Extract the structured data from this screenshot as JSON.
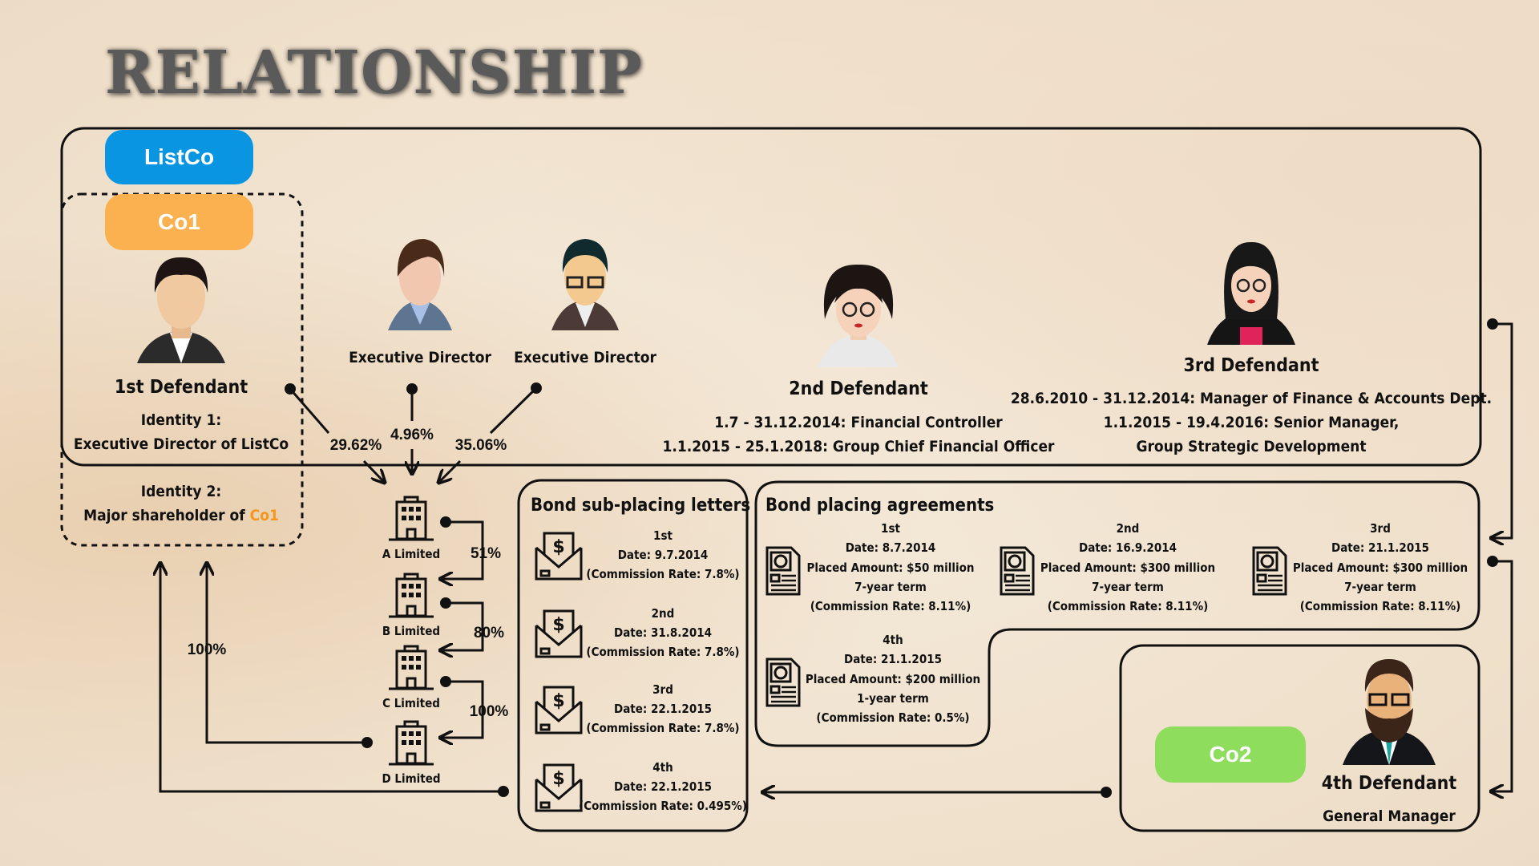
{
  "title": "RELATIONSHIP",
  "entities": {
    "listco": "ListCo",
    "co1": "Co1",
    "co2": "Co2"
  },
  "colors": {
    "listco": "#0a95e2",
    "co1": "#fbb14f",
    "co2": "#8edd5c",
    "highlight": "#f5961d"
  },
  "people": {
    "d1": {
      "name": "1st Defendant",
      "identity1_label": "Identity 1:",
      "identity1": "Executive Director of ListCo",
      "identity2_label": "Identity 2:",
      "identity2_prefix": "Major shareholder of ",
      "identity2_company": "Co1"
    },
    "ed1": {
      "name": "Executive Director"
    },
    "ed2": {
      "name": "Executive Director"
    },
    "d2": {
      "name": "2nd Defendant",
      "roles": [
        "1.7 - 31.12.2014: Financial Controller",
        "1.1.2015 - 25.1.2018: Group Chief Financial Officer"
      ]
    },
    "d3": {
      "name": "3rd Defendant",
      "roles": [
        "28.6.2010 - 31.12.2014: Manager of Finance & Accounts Dept.",
        "1.1.2015 - 19.4.2016: Senior Manager,",
        "Group Strategic Development"
      ]
    },
    "d4": {
      "name": "4th Defendant",
      "role": "General Manager"
    }
  },
  "shareholdings": {
    "d1": "29.62%",
    "ed1": "4.96%",
    "ed2": "35.06%",
    "a_b": "51%",
    "b_c": "80%",
    "c_d": "100%",
    "d_co1": "100%"
  },
  "companies": [
    "A Limited",
    "B Limited",
    "C Limited",
    "D Limited"
  ],
  "sub_placing": {
    "title": "Bond sub-placing letters",
    "items": [
      {
        "ord": "1st",
        "date": "Date: 9.7.2014",
        "rate": "(Commission Rate: 7.8%)"
      },
      {
        "ord": "2nd",
        "date": "Date: 31.8.2014",
        "rate": "(Commission Rate: 7.8%)"
      },
      {
        "ord": "3rd",
        "date": "Date: 22.1.2015",
        "rate": "(Commission Rate: 7.8%)"
      },
      {
        "ord": "4th",
        "date": "Date: 22.1.2015",
        "rate": "(Commission Rate: 0.495%)"
      }
    ]
  },
  "placing": {
    "title": "Bond placing agreements",
    "items": [
      {
        "ord": "1st",
        "date": "Date: 8.7.2014",
        "amount": "Placed Amount: $50 million",
        "term": "7-year term",
        "rate": "(Commission Rate: 8.11%)"
      },
      {
        "ord": "2nd",
        "date": "Date: 16.9.2014",
        "amount": "Placed Amount: $300 million",
        "term": "7-year term",
        "rate": "(Commission Rate: 8.11%)"
      },
      {
        "ord": "3rd",
        "date": "Date: 21.1.2015",
        "amount": "Placed Amount: $300 million",
        "term": "7-year term",
        "rate": "(Commission Rate: 8.11%)"
      },
      {
        "ord": "4th",
        "date": "Date: 21.1.2015",
        "amount": "Placed Amount: $200 million",
        "term": "1-year term",
        "rate": "(Commission Rate: 0.5%)"
      }
    ]
  }
}
